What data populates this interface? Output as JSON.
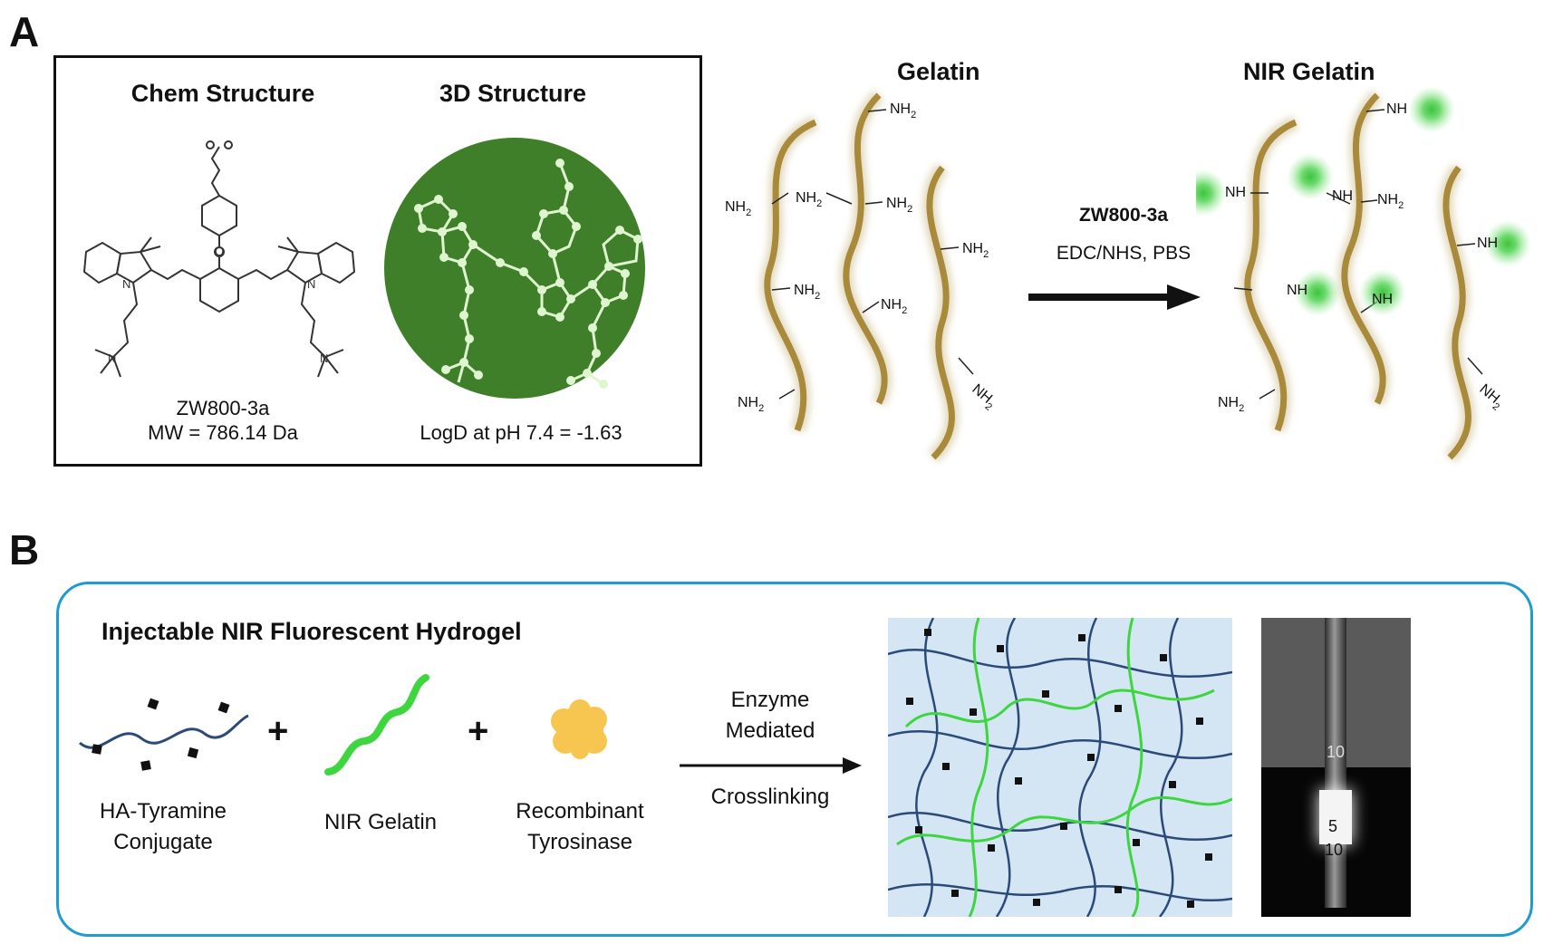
{
  "panel_a": {
    "letter": "A",
    "chem_title": "Chem Structure",
    "struct3d_title": "3D Structure",
    "compound_name": "ZW800-3a",
    "mw": "MW = 786.14 Da",
    "logd": "LogD at pH 7.4 = -1.63",
    "gelatin_title": "Gelatin",
    "nir_gelatin_title": "NIR Gelatin",
    "reagent": "ZW800-3a",
    "conditions": "EDC/NHS, PBS",
    "amine_label": "NH",
    "amine_sub": "2",
    "amide_label": "NH",
    "colors": {
      "gelatin": "#a88a3a",
      "glow": "#4ccf4c",
      "sphere": "#3f7f2a"
    }
  },
  "panel_b": {
    "letter": "B",
    "title": "Injectable NIR Fluorescent Hydrogel",
    "ha_label_1": "HA-Tyramine",
    "ha_label_2": "Conjugate",
    "nir_label": "NIR Gelatin",
    "tyr_label_1": "Recombinant",
    "tyr_label_2": "Tyrosinase",
    "plus": "+",
    "arrow_top_1": "Enzyme",
    "arrow_top_2": "Mediated",
    "arrow_bottom": "Crosslinking",
    "syringe_marks": [
      "10",
      "5",
      "10"
    ],
    "colors": {
      "border": "#1f9bd0",
      "ha": "#2b4a7a",
      "gelatin_green": "#3ed63e",
      "tyrosinase": "#f7c650",
      "network_bg": "#d4e6f3"
    }
  }
}
